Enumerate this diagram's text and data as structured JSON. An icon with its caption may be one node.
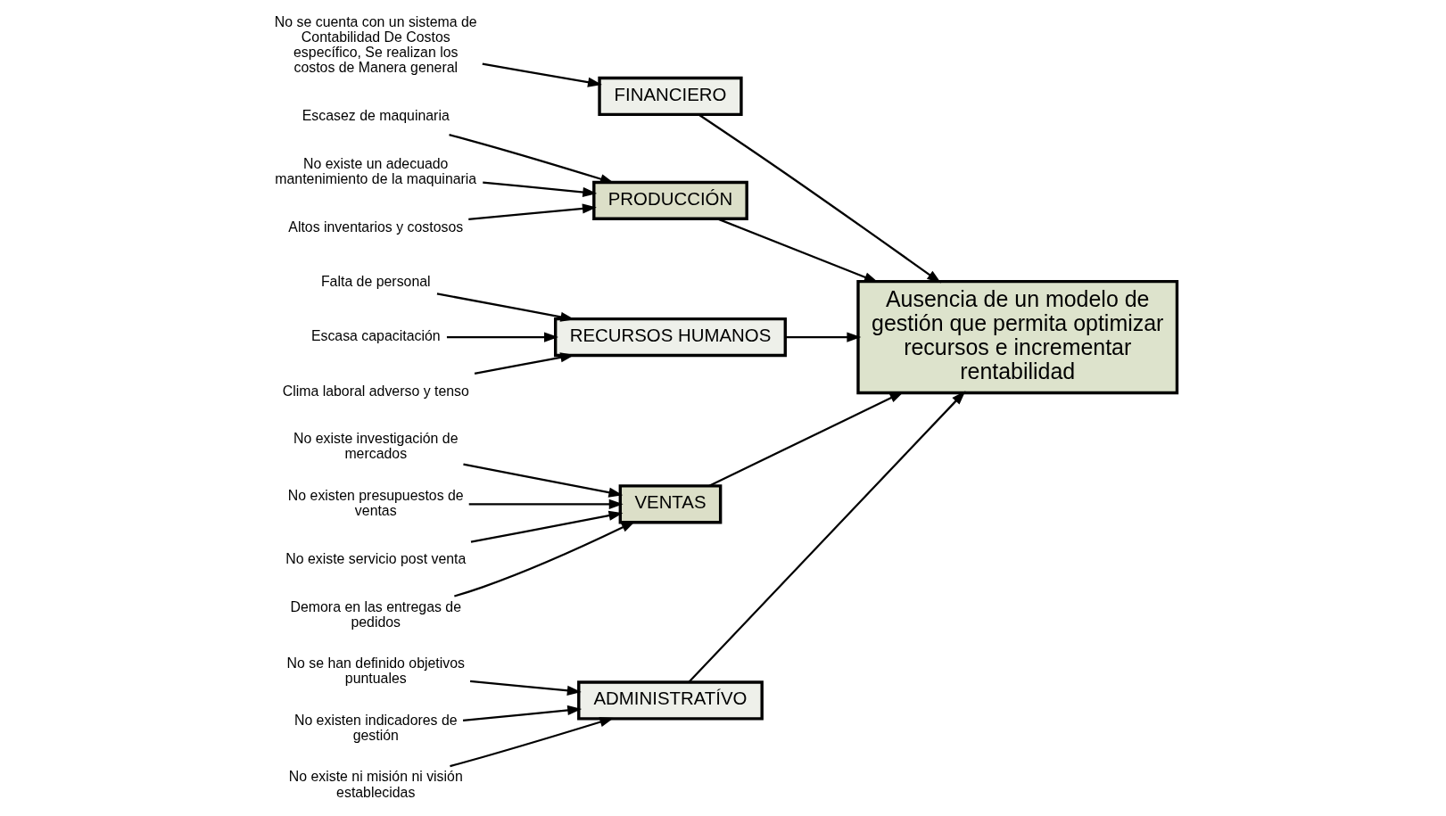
{
  "diagram": {
    "nodes": [
      {
        "text": [
          "ADMINISTRATÍVO"
        ]
      },
      {
        "text": [
          "FINANCIERO"
        ]
      },
      {
        "text": [
          "PRODUCCIÓN"
        ]
      },
      {
        "text": [
          "RECURSOS HUMANOS"
        ]
      },
      {
        "text": [
          "VENTAS"
        ]
      },
      {
        "text": [
          "Ausencia de un modelo de gestión que permita optimizar recursos e incrementar rentabilidad"
        ]
      },
      {
        "text": [
          "No se han definido objetivos puntuales"
        ]
      },
      {
        "text": [
          "No existen indicadores de gestión"
        ]
      },
      {
        "text": [
          "No existe ni misión ni visión establecidas"
        ]
      },
      {
        "text": [
          "No se cuenta con un sistema de Contabilidad De Costos específico, Se realizan los costos de Manera general"
        ]
      },
      {
        "text": [
          "Escasez de maquinaria"
        ]
      },
      {
        "text": [
          "No existe un adecuado mantenimiento de la maquinaria"
        ]
      },
      {
        "text": [
          "Altos inventarios y costosos"
        ]
      },
      {
        "text": [
          "Falta de personal"
        ]
      },
      {
        "text": [
          "Escasa capacitación"
        ]
      },
      {
        "text": [
          "Clima laboral adverso y tenso"
        ]
      },
      {
        "text": [
          "No existe investigación de mercados"
        ]
      },
      {
        "text": [
          "No existen presupuestos de ventas"
        ]
      },
      {
        "text": [
          "No existe servicio post venta"
        ]
      },
      {
        "text": [
          "Demora en las entregas de pedidos"
        ]
      }
    ],
    "edges": [
      {
        "from": 6,
        "to": 0,
        "arrow": "to"
      },
      {
        "from": 7,
        "to": 0,
        "arrow": "to"
      },
      {
        "from": 8,
        "to": 0,
        "arrow": "to"
      },
      {
        "from": 9,
        "to": 1,
        "arrow": "to"
      },
      {
        "from": 10,
        "to": 2,
        "arrow": "to"
      },
      {
        "from": 11,
        "to": 2,
        "arrow": "to"
      },
      {
        "from": 12,
        "to": 2,
        "arrow": "to"
      },
      {
        "from": 13,
        "to": 3,
        "arrow": "to"
      },
      {
        "from": 14,
        "to": 3,
        "arrow": "to"
      },
      {
        "from": 15,
        "to": 3,
        "arrow": "to"
      },
      {
        "from": 16,
        "to": 4,
        "arrow": "to"
      },
      {
        "from": 17,
        "to": 4,
        "arrow": "to"
      },
      {
        "from": 18,
        "to": 4,
        "arrow": "to"
      },
      {
        "from": 19,
        "to": 4,
        "arrow": "to"
      },
      {
        "from": 0,
        "to": 5,
        "arrow": "to"
      },
      {
        "from": 1,
        "to": 5,
        "arrow": "to"
      },
      {
        "from": 2,
        "to": 5,
        "arrow": "to"
      },
      {
        "from": 3,
        "to": 5,
        "arrow": "to"
      },
      {
        "from": 4,
        "to": 5,
        "arrow": "to"
      }
    ]
  }
}
